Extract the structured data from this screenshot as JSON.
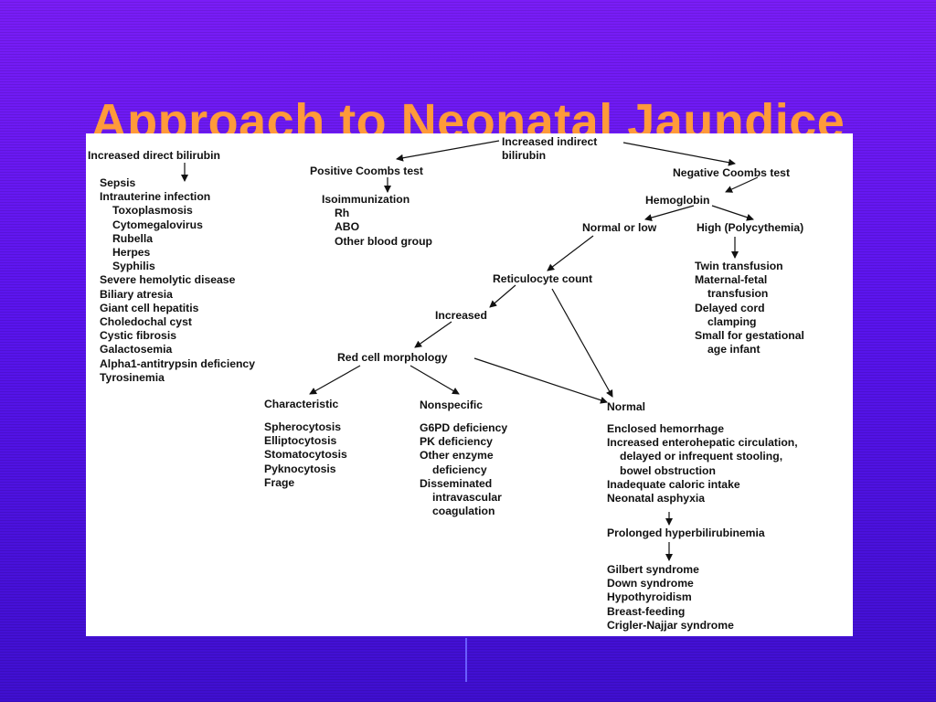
{
  "slide": {
    "title": "Approach to Neonatal Jaundice"
  },
  "diagram": {
    "direct": {
      "heading": "Increased direct bilirubin",
      "causes": [
        {
          "text": "Sepsis",
          "indent": false
        },
        {
          "text": "Intrauterine infection",
          "indent": false
        },
        {
          "text": "Toxoplasmosis",
          "indent": true
        },
        {
          "text": "Cytomegalovirus",
          "indent": true
        },
        {
          "text": "Rubella",
          "indent": true
        },
        {
          "text": "Herpes",
          "indent": true
        },
        {
          "text": "Syphilis",
          "indent": true
        },
        {
          "text": "Severe hemolytic disease",
          "indent": false
        },
        {
          "text": "Biliary atresia",
          "indent": false
        },
        {
          "text": "Giant cell hepatitis",
          "indent": false
        },
        {
          "text": "Choledochal cyst",
          "indent": false
        },
        {
          "text": "Cystic fibrosis",
          "indent": false
        },
        {
          "text": "Galactosemia",
          "indent": false
        },
        {
          "text": "Alpha1-antitrypsin deficiency",
          "indent": false
        },
        {
          "text": "Tyrosinemia",
          "indent": false
        }
      ]
    },
    "indirect": {
      "heading": "Increased indirect bilirubin"
    },
    "positive_coombs": {
      "heading": "Positive Coombs test",
      "items": [
        "Isoimmunization",
        "Rh",
        "ABO",
        "Other blood group"
      ]
    },
    "negative_coombs": {
      "heading": "Negative Coombs test"
    },
    "hemoglobin": {
      "heading": "Hemoglobin",
      "normal_or_low": "Normal or low",
      "high": "High (Polycythemia)"
    },
    "polycythemia_causes": [
      {
        "text": "Twin transfusion",
        "indent": false
      },
      {
        "text": "Maternal-fetal",
        "indent": false
      },
      {
        "text": "transfusion",
        "indent": true
      },
      {
        "text": "Delayed cord",
        "indent": false
      },
      {
        "text": "clamping",
        "indent": true
      },
      {
        "text": "Small for gestational",
        "indent": false
      },
      {
        "text": "age infant",
        "indent": true
      }
    ],
    "reticulocyte": {
      "heading": "Reticulocyte count",
      "increased": "Increased"
    },
    "red_cell": {
      "heading": "Red cell morphology"
    },
    "characteristic": {
      "heading": "Characteristic",
      "items": [
        "Spherocytosis",
        "Elliptocytosis",
        "Stomatocytosis",
        "Pyknocytosis",
        "Frage"
      ]
    },
    "nonspecific": {
      "heading": "Nonspecific",
      "items": [
        {
          "text": "G6PD deficiency",
          "indent": false
        },
        {
          "text": "PK deficiency",
          "indent": false
        },
        {
          "text": "Other enzyme",
          "indent": false
        },
        {
          "text": "deficiency",
          "indent": true
        },
        {
          "text": "Disseminated",
          "indent": false
        },
        {
          "text": "intravascular",
          "indent": true
        },
        {
          "text": "coagulation",
          "indent": true
        }
      ]
    },
    "normal": {
      "heading": "Normal",
      "items": [
        {
          "text": "Enclosed hemorrhage",
          "indent": false
        },
        {
          "text": "Increased enterohepatic circulation,",
          "indent": false
        },
        {
          "text": "delayed or infrequent stooling,",
          "indent": true
        },
        {
          "text": "bowel obstruction",
          "indent": true
        },
        {
          "text": "Inadequate caloric intake",
          "indent": false
        },
        {
          "text": "Neonatal asphyxia",
          "indent": false
        }
      ]
    },
    "prolonged": {
      "heading": "Prolonged hyperbilirubinemia",
      "items": [
        "Gilbert syndrome",
        "Down syndrome",
        "Hypothyroidism",
        "Breast-feeding",
        "Crigler-Najjar syndrome"
      ]
    }
  }
}
